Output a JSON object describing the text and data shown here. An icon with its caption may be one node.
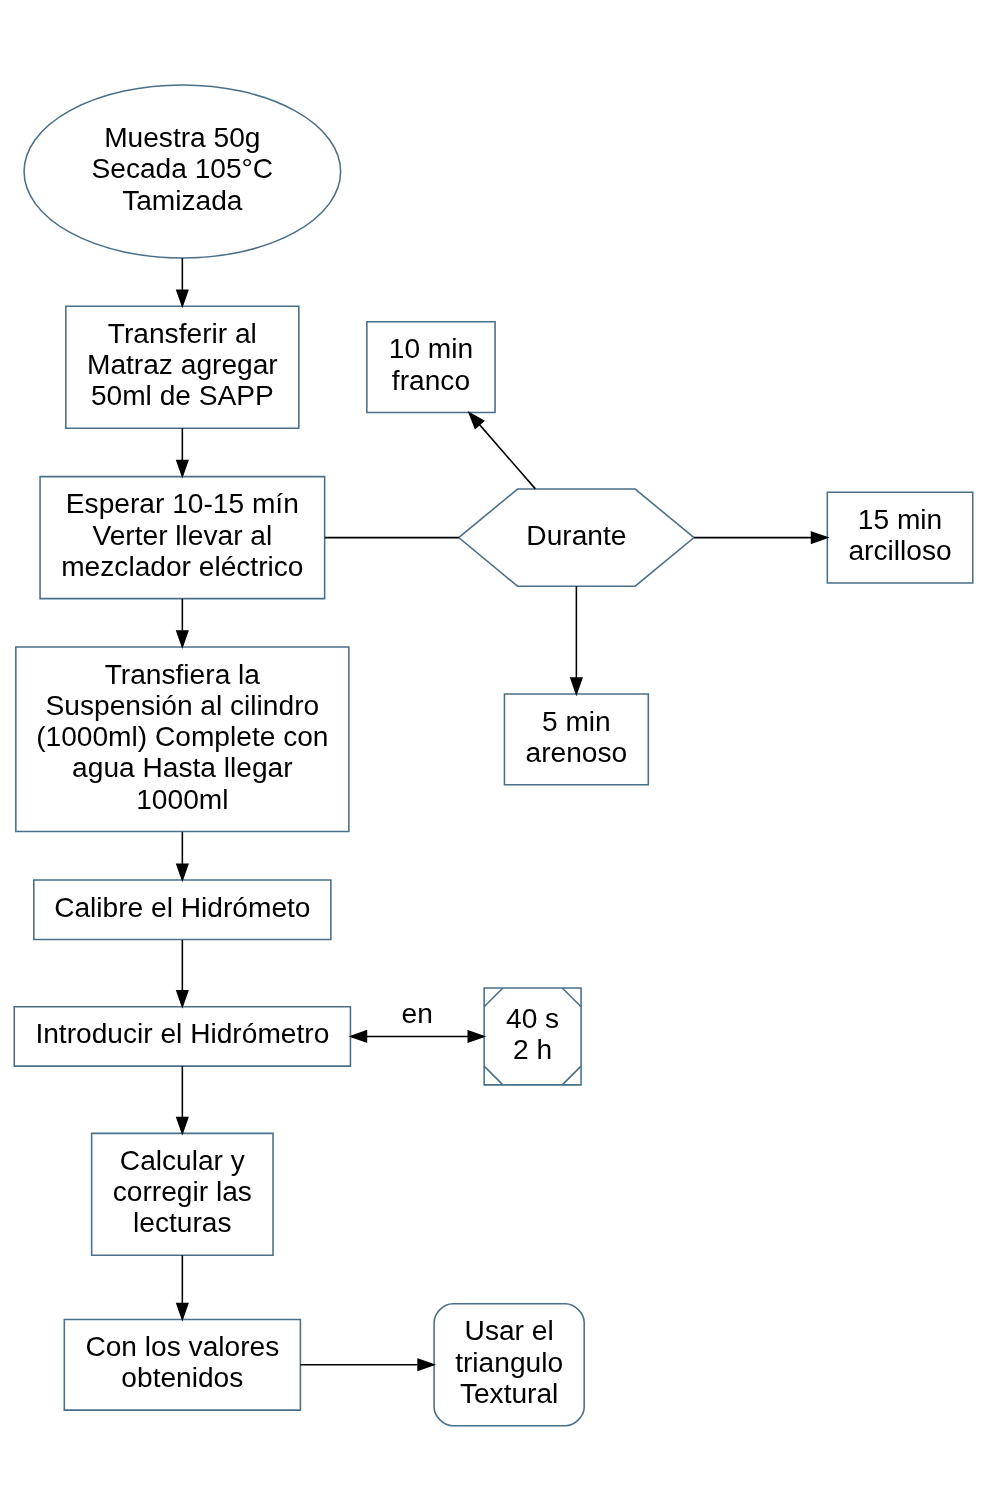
{
  "diagram": {
    "nodes": [
      {
        "text": [
          "Muestra 50g Secada 105°C Tamizada"
        ]
      },
      {
        "text": [
          "Transferir al Matraz agregar 50ml de SAPP"
        ]
      },
      {
        "text": [
          "Esperar 10-15 mín Verter llevar al mezclador eléctrico"
        ]
      },
      {
        "text": [
          "Durante"
        ]
      },
      {
        "text": [
          "10 min franco"
        ]
      },
      {
        "text": [
          "15 min arcilloso"
        ]
      },
      {
        "text": [
          "5 min arenoso"
        ]
      },
      {
        "text": [
          "Transfiera la Suspensión al cilindro (1000ml) Complete con agua Hasta llegar 1000ml"
        ]
      },
      {
        "text": [
          "Calibre el Hidrómeto"
        ]
      },
      {
        "text": [
          "Introducir el Hidrómetro"
        ]
      },
      {
        "text": [
          "40 s",
          "2 h"
        ]
      },
      {
        "text": [
          "Calcular y corregir las lecturas"
        ]
      },
      {
        "text": [
          "Con los valores obtenidos"
        ]
      },
      {
        "text": [
          "Usar el triangulo Textural"
        ]
      }
    ],
    "edges": [
      {
        "from": 0,
        "to": 1,
        "arrow": "to"
      },
      {
        "from": 1,
        "to": 2,
        "arrow": "to"
      },
      {
        "from": 2,
        "to": 3,
        "arrow": "none"
      },
      {
        "from": 3,
        "to": 4,
        "arrow": "to"
      },
      {
        "from": 3,
        "to": 5,
        "arrow": "to"
      },
      {
        "from": 3,
        "to": 6,
        "arrow": "to"
      },
      {
        "from": 2,
        "to": 7,
        "arrow": "to"
      },
      {
        "from": 7,
        "to": 8,
        "arrow": "to"
      },
      {
        "from": 8,
        "to": 9,
        "arrow": "to"
      },
      {
        "from": 9,
        "to": 10,
        "label": "en",
        "arrow": "both"
      },
      {
        "from": 9,
        "to": 11,
        "arrow": "to"
      },
      {
        "from": 11,
        "to": 12,
        "arrow": "to"
      },
      {
        "from": 12,
        "to": 13,
        "arrow": "to"
      }
    ]
  }
}
